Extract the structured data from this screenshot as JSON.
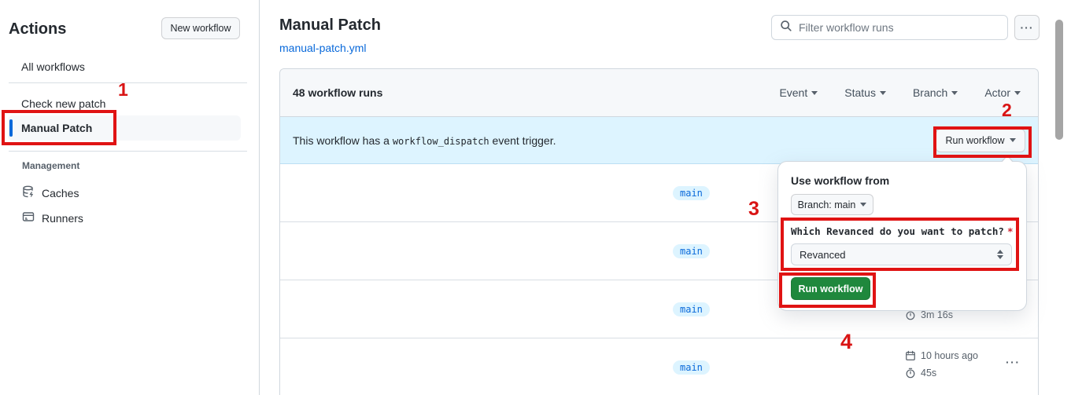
{
  "sidebar": {
    "title": "Actions",
    "new_workflow_label": "New workflow",
    "items": [
      {
        "label": "All workflows"
      },
      {
        "label": "Check new patch"
      },
      {
        "label": "Manual Patch",
        "selected": true
      }
    ],
    "management": {
      "header": "Management",
      "items": [
        {
          "label": "Caches",
          "icon": "cache-icon"
        },
        {
          "label": "Runners",
          "icon": "runners-icon"
        }
      ]
    }
  },
  "header": {
    "title": "Manual Patch",
    "file_link": "manual-patch.yml",
    "filter_placeholder": "Filter workflow runs",
    "kebab": "···"
  },
  "table": {
    "runs_count_label": "48 workflow runs",
    "filters": [
      {
        "label": "Event"
      },
      {
        "label": "Status"
      },
      {
        "label": "Branch"
      },
      {
        "label": "Actor"
      }
    ],
    "banner": {
      "text_before": "This workflow has a",
      "code": "workflow_dispatch",
      "text_after": "event trigger.",
      "run_workflow_label": "Run workflow"
    },
    "rows": [
      {
        "branch": "main"
      },
      {
        "branch": "main"
      },
      {
        "branch": "main",
        "duration": "3m 16s"
      },
      {
        "branch": "main",
        "timestamp": "10 hours ago",
        "duration": "45s",
        "kebab": "···"
      }
    ]
  },
  "popup": {
    "section_label": "Use workflow from",
    "branch_button_label": "Branch: main",
    "input_label": "Which Revanced do you want to patch?",
    "required_marker": "*",
    "select_value": "Revanced",
    "run_button_label": "Run workflow"
  },
  "annotations": {
    "steps": [
      "1",
      "2",
      "3",
      "4"
    ]
  },
  "icons": {
    "kebab": "···",
    "search": "magnifier",
    "triangle_down": "caret",
    "stopwatch": "timer",
    "calendar": "date",
    "cache": "database",
    "runners": "server"
  },
  "colors": {
    "accent_blue": "#0969da",
    "banner_bg": "#ddf4ff",
    "green_button": "#1f883d",
    "annotation_red": "#e01313",
    "border": "#d0d7de",
    "muted_text": "#57606a"
  }
}
